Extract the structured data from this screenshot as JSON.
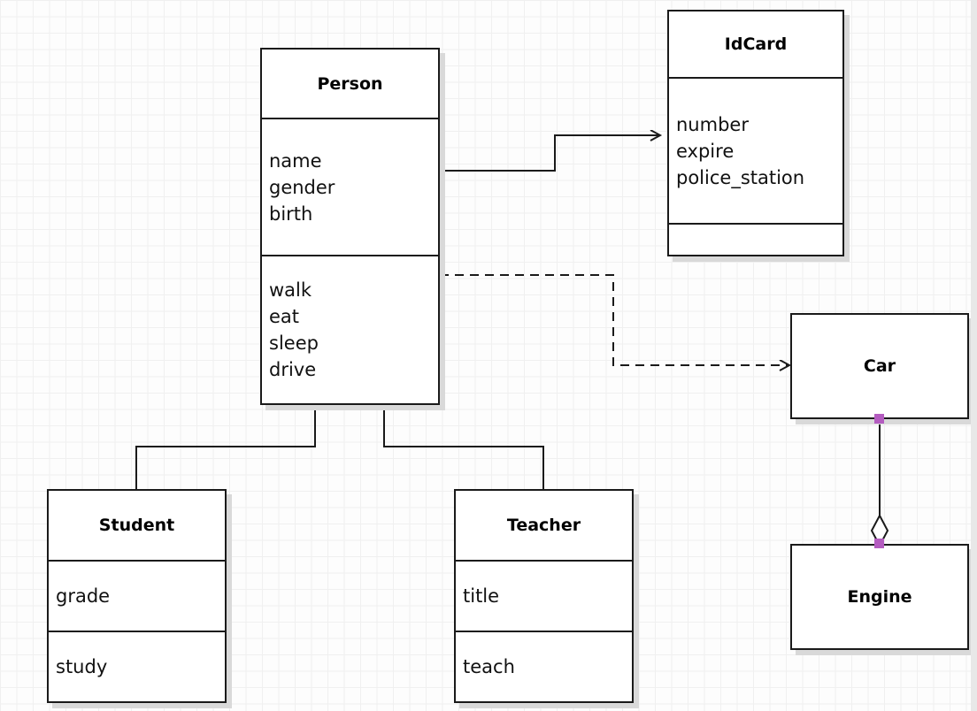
{
  "diagram": {
    "kind": "uml-class-diagram",
    "background_grid": true,
    "grid_color": "#f0f0f0",
    "canvas_color": "#fdfdfd",
    "line_color": "#1a1a1a",
    "handle_color": "#b45cc0"
  },
  "classes": [
    {
      "id": "person",
      "name": "Person",
      "attributes": [
        "name",
        "gender",
        "birth"
      ],
      "methods": [
        "walk",
        "eat",
        "sleep",
        "drive"
      ]
    },
    {
      "id": "idcard",
      "name": "IdCard",
      "attributes": [
        "number",
        "expire",
        "police_station"
      ],
      "methods": []
    },
    {
      "id": "student",
      "name": "Student",
      "attributes": [
        "grade"
      ],
      "methods": [
        "study"
      ]
    },
    {
      "id": "teacher",
      "name": "Teacher",
      "attributes": [
        "title"
      ],
      "methods": [
        "teach"
      ]
    },
    {
      "id": "car",
      "name": "Car",
      "attributes": [],
      "methods": []
    },
    {
      "id": "engine",
      "name": "Engine",
      "attributes": [],
      "methods": []
    }
  ],
  "relationships": [
    {
      "id": "person-idcard",
      "type": "association",
      "style": "solid",
      "source": "person",
      "target": "idcard",
      "arrow": "open-arrow"
    },
    {
      "id": "person-car",
      "type": "dependency",
      "style": "dashed",
      "source": "person",
      "target": "car",
      "arrow": "open-arrow"
    },
    {
      "id": "student-person",
      "type": "generalization",
      "style": "solid",
      "source": "student",
      "target": "person",
      "arrow": "hollow-triangle"
    },
    {
      "id": "teacher-person",
      "type": "generalization",
      "style": "solid",
      "source": "teacher",
      "target": "person",
      "arrow": "hollow-triangle"
    },
    {
      "id": "car-engine",
      "type": "aggregation",
      "style": "solid",
      "source": "car",
      "target": "engine",
      "arrow": "hollow-diamond"
    }
  ]
}
